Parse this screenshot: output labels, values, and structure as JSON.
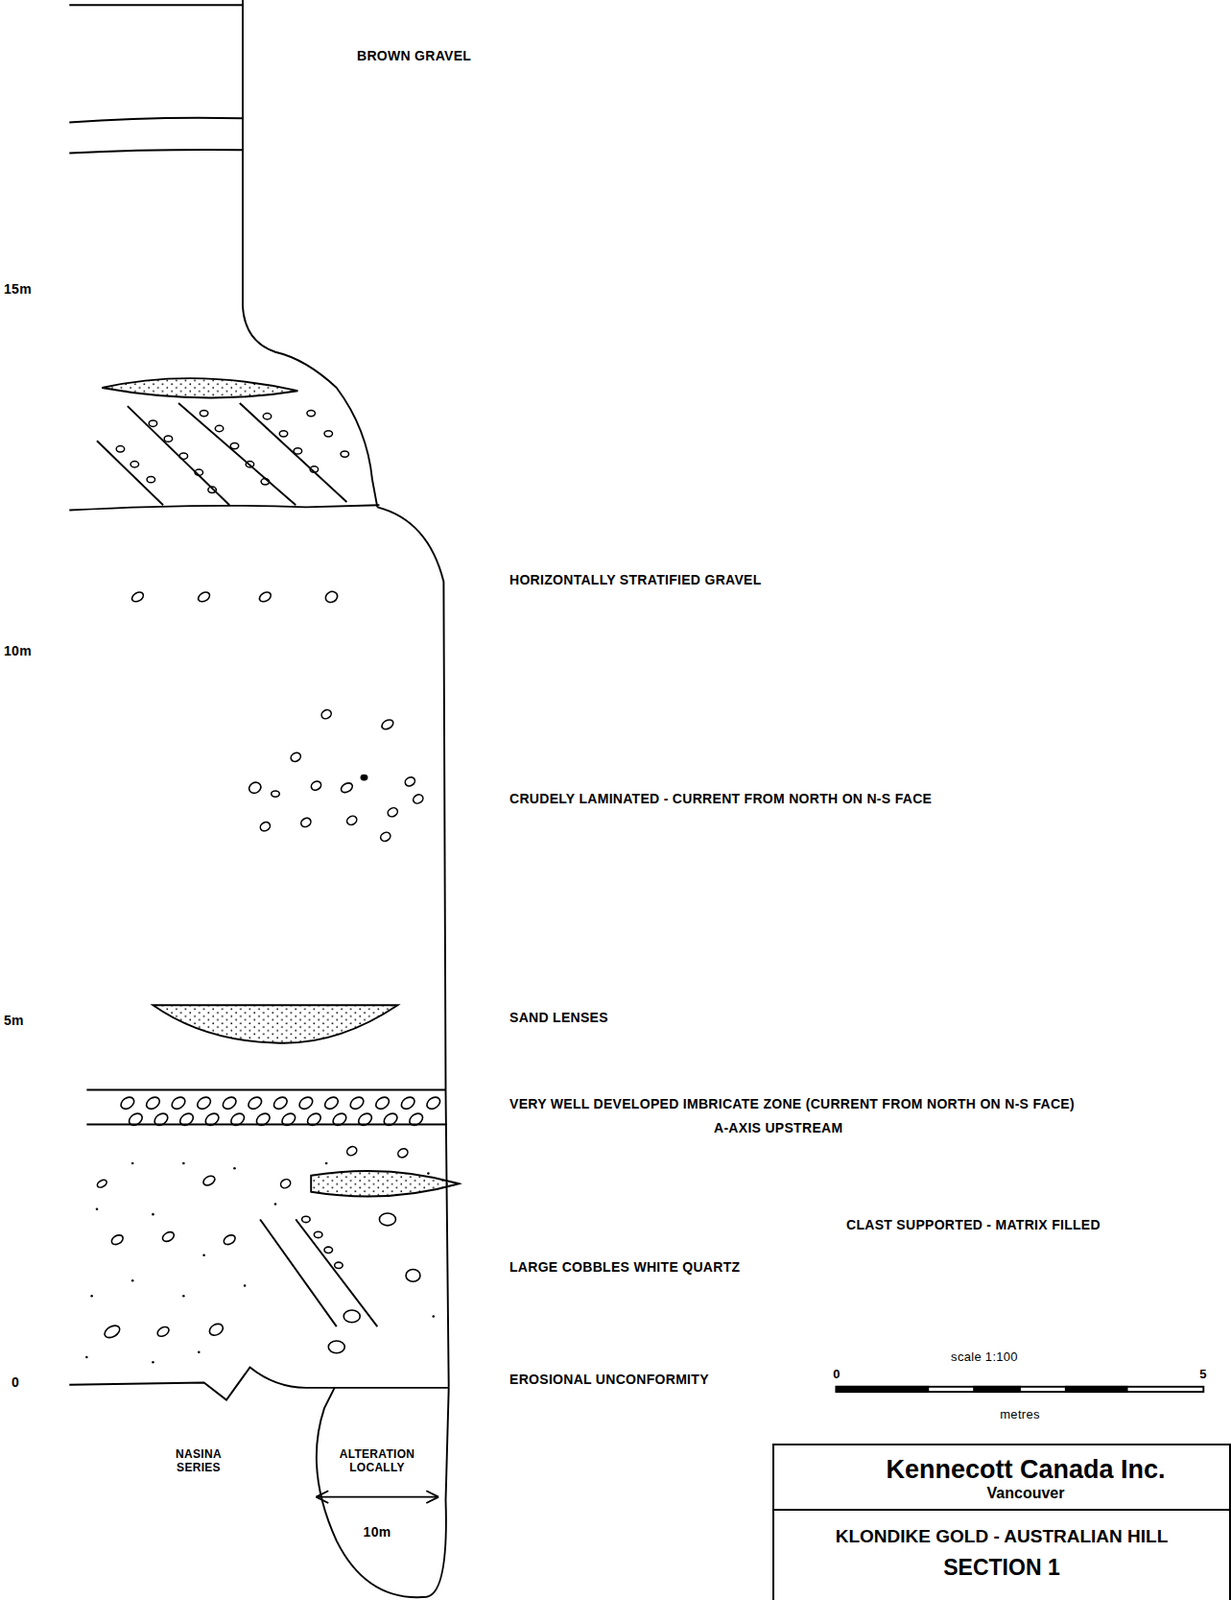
{
  "diagram": {
    "title": "KLONDIKE GOLD - AUSTRALIAN HILL",
    "nodes": [
      {
        "text": [
          "Kennecott Canada Inc.",
          "Vancouver"
        ]
      },
      {
        "text": [
          "KLONDIKE GOLD - AUSTRALIAN HILL",
          "SECTION 1"
        ]
      }
    ],
    "labels": [
      "BROWN GRAVEL",
      "15m",
      "10m",
      "5m",
      "0",
      "HORIZONTALLY STRATIFIED GRAVEL",
      "CRUDELY LAMINATED - CURRENT FROM NORTH ON N-S FACE",
      "SAND LENSES",
      "VERY WELL DEVELOPED IMBRICATE ZONE (CURRENT FROM NORTH ON N-S FACE)",
      "A-AXIS UPSTREAM",
      "CLAST SUPPORTED - MATRIX FILLED",
      "LARGE COBBLES WHITE QUARTZ",
      "EROSIONAL UNCONFORMITY",
      "scale 1:100",
      "0",
      "5",
      "metres",
      "NASINA SERIES",
      "ALTERATION LOCALLY",
      "10m"
    ]
  }
}
